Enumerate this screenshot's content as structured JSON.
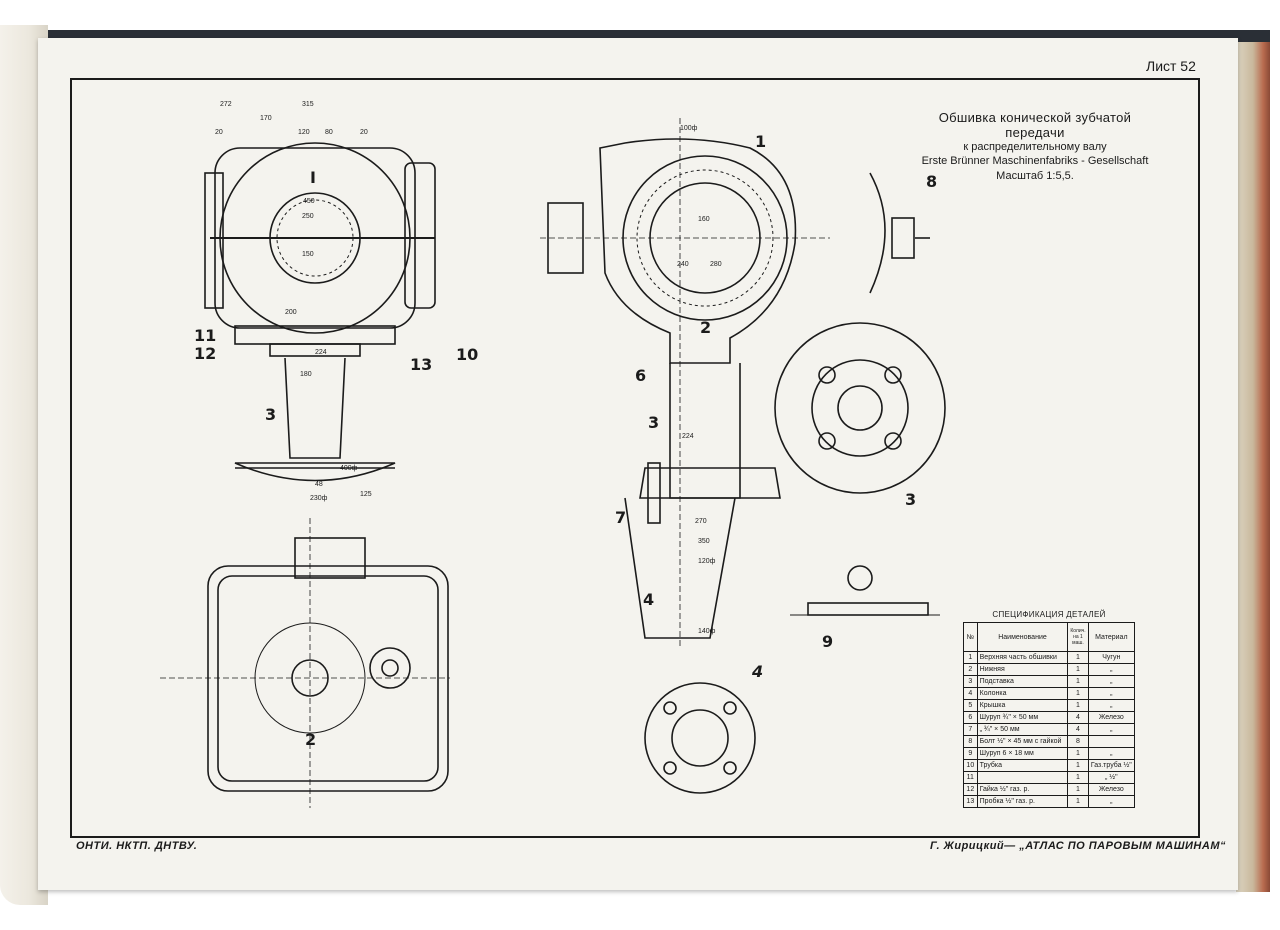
{
  "sheet": {
    "number": "Лист 52"
  },
  "title": {
    "line1": "Обшивка конической зубчатой",
    "line2": "передачи",
    "line3": "к распределительному валу",
    "line4": "Erste Brünner Maschinenfabriks - Gesellschaft",
    "scale": "Масштаб 1:5,5."
  },
  "footer": {
    "left": "ОНТИ. НКТП. ДНТВУ.",
    "right": "Г. Жирицкий— „АТЛАС ПО ПАРОВЫМ МАШИНАМ“"
  },
  "part_labels": {
    "p1_top": "I",
    "p2_bottom_left": "2",
    "p3_left": "3",
    "p10": "10",
    "p11": "11",
    "p12": "12",
    "p13": "13",
    "p1_mid": "1",
    "p2_mid": "2",
    "p6": "6",
    "p3_mid": "3",
    "p7": "7",
    "p4_mid": "4",
    "p8": "8",
    "p3_right": "3",
    "p9": "9",
    "p4_bottom": "4"
  },
  "dimensions": [
    "272",
    "315",
    "170",
    "120",
    "20",
    "80",
    "20",
    "450",
    "250",
    "150",
    "200",
    "224",
    "180",
    "400ф",
    "48",
    "230ф",
    "100ф",
    "160",
    "240",
    "280",
    "224",
    "270",
    "350",
    "120ф",
    "140ф",
    "125"
  ],
  "spec": {
    "title": "СПЕЦИФИКАЦИЯ ДЕТАЛЕЙ",
    "headers": {
      "no": "№",
      "name": "Наименование",
      "qty": "Колич. на 1 маш.",
      "material": "Материал"
    },
    "rows": [
      {
        "no": "1",
        "name": "Верхняя часть обшивки",
        "qty": "1",
        "material": "Чугун"
      },
      {
        "no": "2",
        "name": "Нижняя",
        "qty": "1",
        "material": "„"
      },
      {
        "no": "3",
        "name": "Подставка",
        "qty": "1",
        "material": "„"
      },
      {
        "no": "4",
        "name": "Колонка",
        "qty": "1",
        "material": "„"
      },
      {
        "no": "5",
        "name": "Крышка",
        "qty": "1",
        "material": "„"
      },
      {
        "no": "6",
        "name": "Шуруп ¾\" × 50 мм",
        "qty": "4",
        "material": "Железо"
      },
      {
        "no": "7",
        "name": "„ ¾\" × 50 мм",
        "qty": "4",
        "material": "„"
      },
      {
        "no": "8",
        "name": "Болт ½\" × 45 мм с гайкой",
        "qty": "8",
        "material": ""
      },
      {
        "no": "9",
        "name": "Шуруп 6 × 18 мм",
        "qty": "1",
        "material": "„"
      },
      {
        "no": "10",
        "name": "Трубка",
        "qty": "1",
        "material": "Газ.труба ½\""
      },
      {
        "no": "11",
        "name": "",
        "qty": "1",
        "material": "„ ½\""
      },
      {
        "no": "12",
        "name": "Гайка ½\" газ. р.",
        "qty": "1",
        "material": "Железо"
      },
      {
        "no": "13",
        "name": "Пробка ½\" газ. р.",
        "qty": "1",
        "material": "„"
      }
    ]
  }
}
